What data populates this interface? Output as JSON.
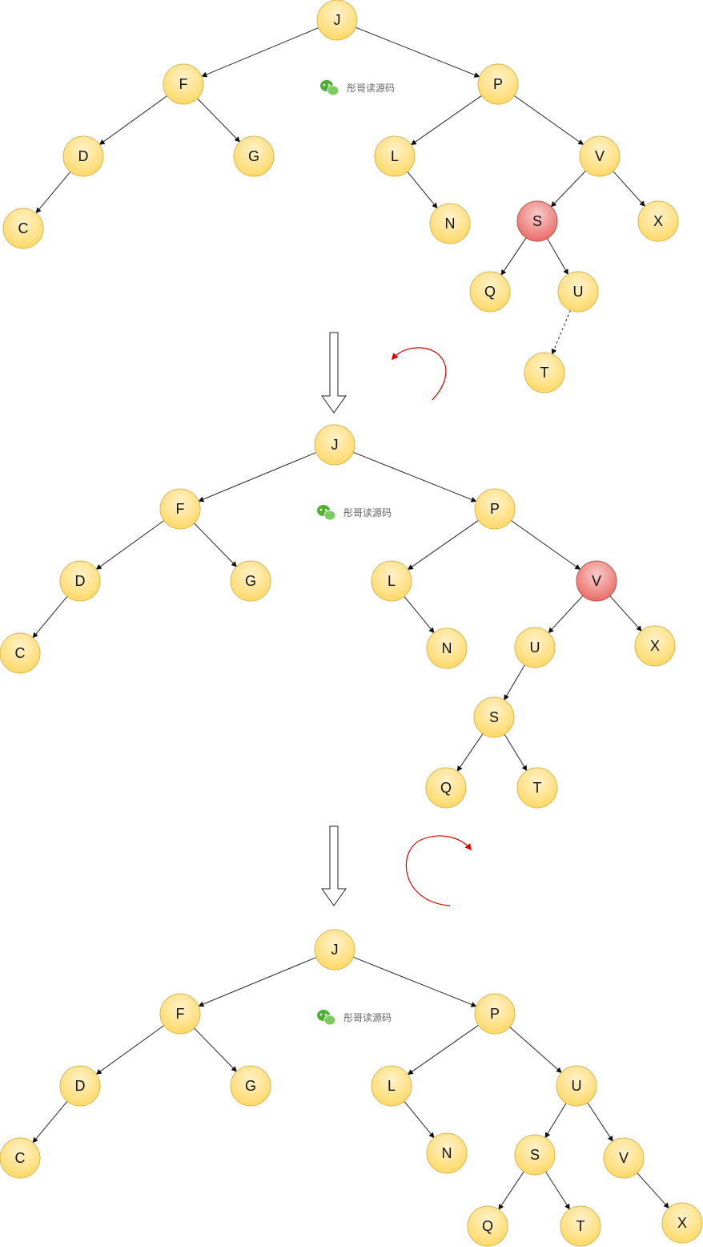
{
  "watermark": {
    "text": "彤哥读源码",
    "icon": "wechat-icon"
  },
  "colors": {
    "node_fill": "#FFD966",
    "node_stroke": "#D6B656",
    "highlight_fill": "#EA6B66",
    "highlight_stroke": "#B85450",
    "rotation_arrow": "#E00000"
  },
  "stages": [
    {
      "highlight": "S",
      "nodes": [
        "J",
        "F",
        "P",
        "D",
        "G",
        "C",
        "L",
        "N",
        "V",
        "S",
        "X",
        "Q",
        "U",
        "T"
      ],
      "edges": [
        [
          "J",
          "F"
        ],
        [
          "J",
          "P"
        ],
        [
          "F",
          "D"
        ],
        [
          "F",
          "G"
        ],
        [
          "D",
          "C"
        ],
        [
          "P",
          "L"
        ],
        [
          "P",
          "V"
        ],
        [
          "L",
          "N"
        ],
        [
          "V",
          "S"
        ],
        [
          "V",
          "X"
        ],
        [
          "S",
          "Q"
        ],
        [
          "S",
          "U"
        ],
        [
          "U",
          "T",
          "dashed"
        ]
      ]
    },
    {
      "highlight": "V",
      "nodes": [
        "J",
        "F",
        "P",
        "D",
        "G",
        "C",
        "L",
        "N",
        "V",
        "U",
        "X",
        "S",
        "Q",
        "T"
      ],
      "edges": [
        [
          "J",
          "F"
        ],
        [
          "J",
          "P"
        ],
        [
          "F",
          "D"
        ],
        [
          "F",
          "G"
        ],
        [
          "D",
          "C"
        ],
        [
          "P",
          "L"
        ],
        [
          "P",
          "V"
        ],
        [
          "L",
          "N"
        ],
        [
          "V",
          "U"
        ],
        [
          "V",
          "X"
        ],
        [
          "U",
          "S"
        ],
        [
          "S",
          "Q"
        ],
        [
          "S",
          "T"
        ]
      ]
    },
    {
      "highlight": "",
      "nodes": [
        "J",
        "F",
        "P",
        "D",
        "G",
        "C",
        "L",
        "N",
        "U",
        "S",
        "V",
        "Q",
        "T",
        "X"
      ],
      "edges": [
        [
          "J",
          "F"
        ],
        [
          "J",
          "P"
        ],
        [
          "F",
          "D"
        ],
        [
          "F",
          "G"
        ],
        [
          "D",
          "C"
        ],
        [
          "P",
          "L"
        ],
        [
          "P",
          "U"
        ],
        [
          "L",
          "N"
        ],
        [
          "U",
          "S"
        ],
        [
          "U",
          "V"
        ],
        [
          "S",
          "Q"
        ],
        [
          "S",
          "T"
        ],
        [
          "V",
          "X"
        ]
      ]
    }
  ],
  "transitions": [
    {
      "rotation": "counter-clockwise"
    },
    {
      "rotation": "clockwise"
    }
  ]
}
